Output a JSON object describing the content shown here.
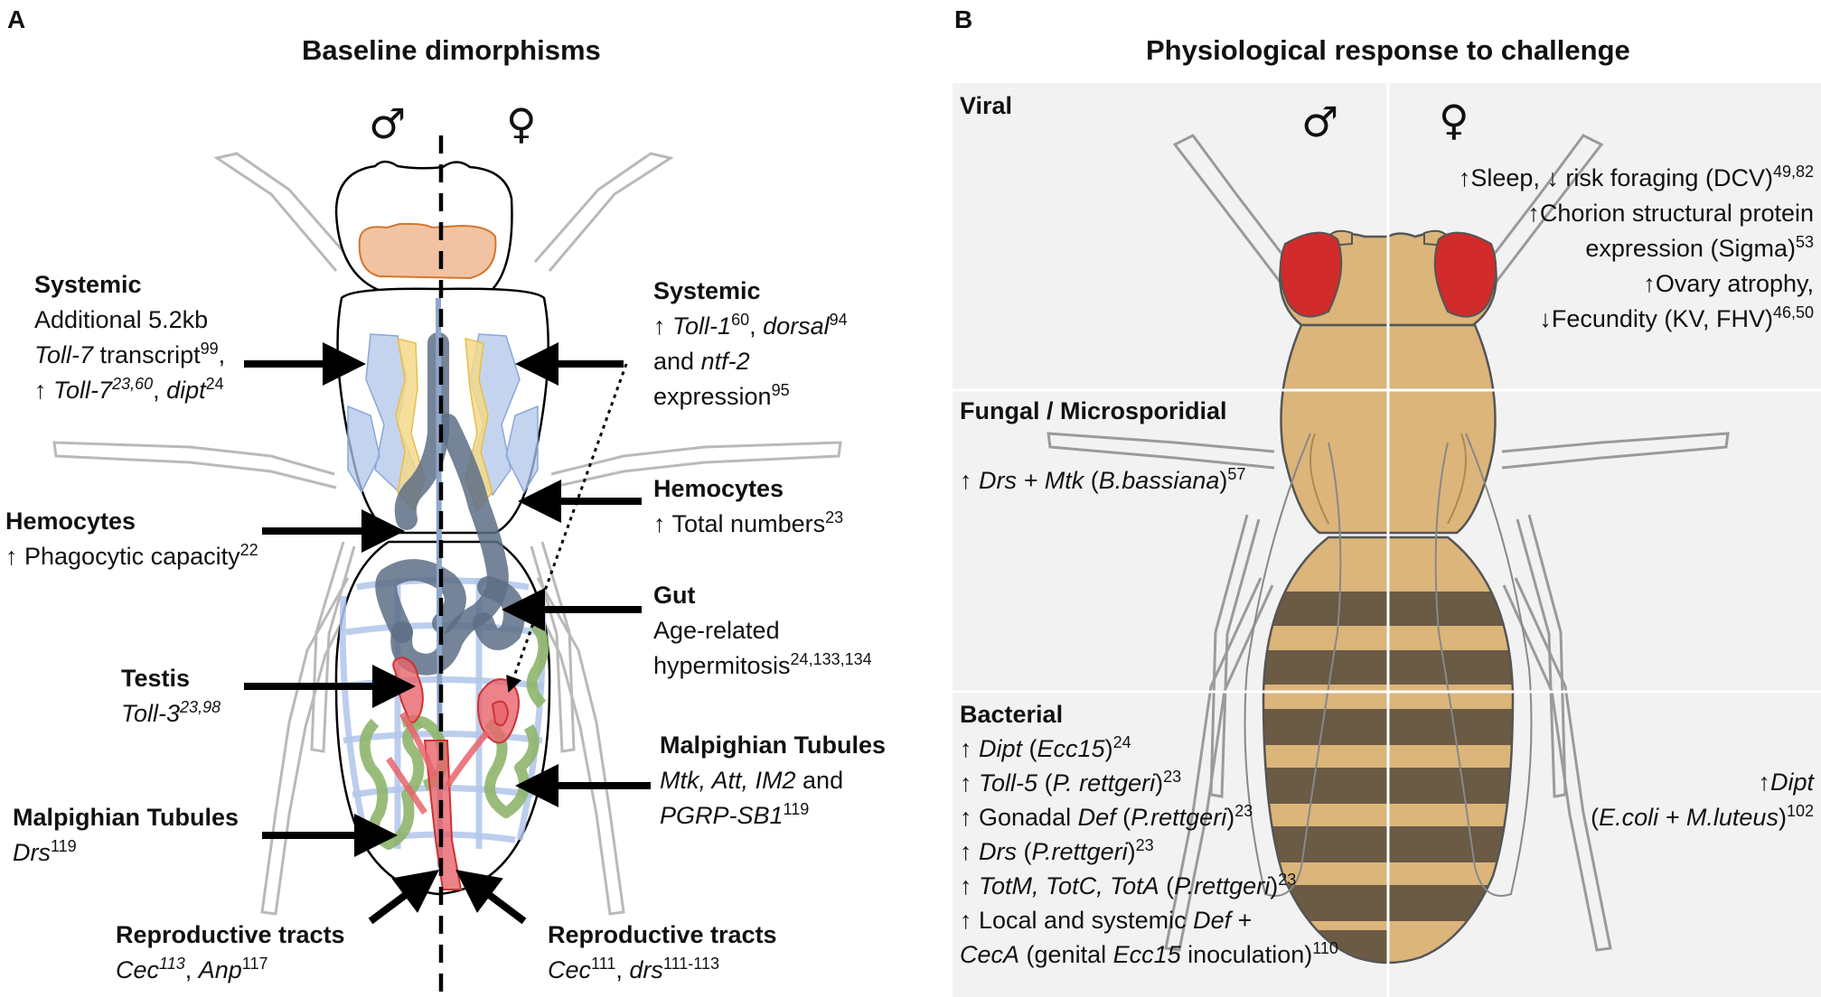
{
  "panel_a": {
    "letter": "A",
    "title": "Baseline dimorphisms",
    "male_symbol": "♂",
    "female_symbol": "♀",
    "systemic_male": {
      "heading": "Systemic",
      "line1": "Additional 5.2kb",
      "line2_italic": "Toll-7",
      "line2_text": " transcript",
      "line2_sup": "99",
      "line2_end": ",",
      "line3_arrow": "↑ ",
      "line3_italic": "Toll-7",
      "line3_sup": "23,60",
      "line3_sep": ", ",
      "line3_italic2": "dipt",
      "line3_sup2": "24"
    },
    "systemic_female": {
      "heading": "Systemic",
      "line1_arrow": "↑ ",
      "line1_italic": "Toll-1",
      "line1_sup": "60",
      "line1_sep": ", ",
      "line1_italic2": "dorsal",
      "line1_sup2": "94",
      "line2_text": "and ",
      "line2_italic": "ntf-2",
      "line3_text": "expression",
      "line3_sup": "95"
    },
    "hemocytes_male": {
      "heading": "Hemocytes",
      "text": "↑ Phagocytic capacity",
      "sup": "22"
    },
    "hemocytes_female": {
      "heading": "Hemocytes",
      "text": "↑ Total numbers",
      "sup": "23"
    },
    "gut": {
      "heading": "Gut",
      "line1": "Age-related",
      "line2": "hypermitosis",
      "sup": "24,133,134"
    },
    "testis": {
      "heading": "Testis",
      "italic": "Toll-3",
      "sup": "23,98"
    },
    "malpighian_female": {
      "heading": "Malpighian Tubules",
      "line1_italic": "Mtk, Att, IM2",
      "line1_text": " and",
      "line2_italic": "PGRP-SB1",
      "line2_sup": "119"
    },
    "malpighian_male": {
      "heading": "Malpighian Tubules",
      "italic": "Drs",
      "sup": "119"
    },
    "repro_male": {
      "heading": "Reproductive tracts",
      "italic1": "Cec",
      "sup1": "113",
      "sep": ", ",
      "italic2": "Anp",
      "sup2": "117"
    },
    "repro_female": {
      "heading": "Reproductive tracts",
      "italic1": "Cec",
      "sup1": "111",
      "sep": ", ",
      "italic2": "drs",
      "sup2": "111-113"
    }
  },
  "panel_b": {
    "letter": "B",
    "title": "Physiological response to challenge",
    "male_symbol": "♂",
    "female_symbol": "♀",
    "viral": {
      "heading": "Viral",
      "line1": "↑Sleep, ↓ risk foraging (DCV)",
      "line1_sup": "49,82",
      "line2": "↑Chorion structural protein",
      "line3": "expression (Sigma)",
      "line3_sup": "53",
      "line4": "↑Ovary atrophy,",
      "line5": "↓Fecundity (KV, FHV)",
      "line5_sup": "46,50"
    },
    "fungal": {
      "heading": "Fungal / Microsporidial",
      "arrow": "↑ ",
      "italic": "Drs + Mtk",
      "paren_open": " (",
      "italic2": "B.bassiana",
      "paren_close": ")",
      "sup": "57"
    },
    "bacterial": {
      "heading": "Bacterial",
      "rows": [
        {
          "pre": "↑ ",
          "i1": "Dipt",
          "mid": " (",
          "i2": "Ecc15",
          "post": ")",
          "sup": "24"
        },
        {
          "pre": "↑ ",
          "i1": "Toll-5",
          "mid": " (",
          "i2": "P. rettgeri",
          "post": ")",
          "sup": "23"
        },
        {
          "pre": "↑ Gonadal ",
          "i1": "Def",
          "mid": " (",
          "i2": "P.rettgeri",
          "post": ")",
          "sup": "23"
        },
        {
          "pre": "↑ ",
          "i1": "Drs",
          "mid": " (",
          "i2": "P.rettgeri",
          "post": ")",
          "sup": "23"
        },
        {
          "pre": "↑ ",
          "i1": "TotM, TotC, TotA",
          "mid": " (",
          "i2": "P.rettgeri",
          "post": ")",
          "sup": "23"
        }
      ],
      "row6_text": "↑ Local and systemic ",
      "row6_italic": "Def",
      "row6_end": " +",
      "row7_italic": "CecA",
      "row7_text": " (genital ",
      "row7_italic2": "Ecc15",
      "row7_end": " inoculation)",
      "row7_sup": "110",
      "female_line1_arrow": "↑",
      "female_line1_italic": "Dipt",
      "female_line2_open": "(",
      "female_line2_italic": "E.coli + M.luteus",
      "female_line2_close": ")",
      "female_line2_sup": "102"
    }
  },
  "colors": {
    "panel_b_background": "#f2f2f2",
    "fly_body": "#dbb57a",
    "fly_stripe": "#6b5a44",
    "fly_eye": "#d12b2b",
    "brain": "#f2c3a2",
    "gut": "#5d6e86",
    "fat_body": "#b0c6ea",
    "gonad": "#e8646b",
    "tubule": "#8fb56b",
    "salivary": "#f3d98a"
  }
}
